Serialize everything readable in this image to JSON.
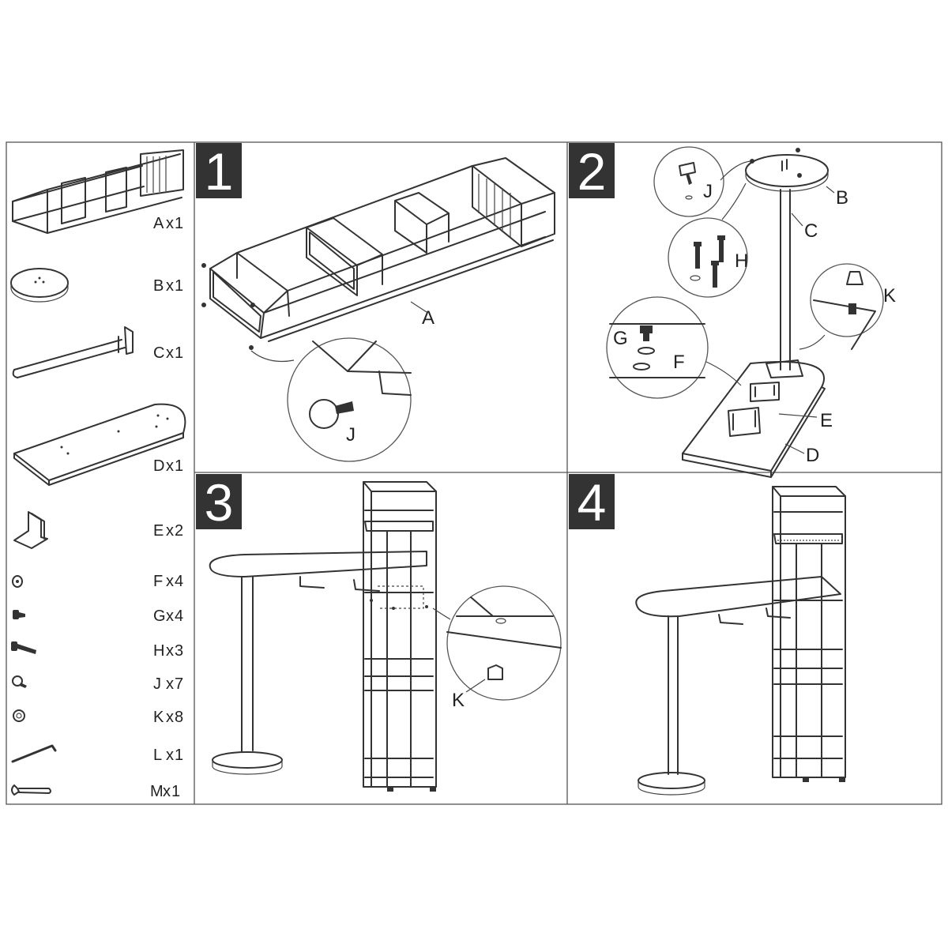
{
  "parts_list": [
    {
      "letter": "A",
      "qty": "x1",
      "icon": "frame-shelf-icon"
    },
    {
      "letter": "B",
      "qty": "x1",
      "icon": "round-plate-icon"
    },
    {
      "letter": "C",
      "qty": "x1",
      "icon": "pole-icon"
    },
    {
      "letter": "D",
      "qty": "x1",
      "icon": "tabletop-icon"
    },
    {
      "letter": "E",
      "qty": "x2",
      "icon": "bracket-icon"
    },
    {
      "letter": "F",
      "qty": "x4",
      "icon": "washer-icon"
    },
    {
      "letter": "G",
      "qty": "x4",
      "icon": "short-screw-icon"
    },
    {
      "letter": "H",
      "qty": "x3",
      "icon": "long-bolt-icon"
    },
    {
      "letter": "J",
      "qty": "x7",
      "icon": "leveling-foot-icon"
    },
    {
      "letter": "K",
      "qty": "x8",
      "icon": "cap-nut-icon"
    },
    {
      "letter": "L",
      "qty": "x1",
      "icon": "allen-key-icon"
    },
    {
      "letter": "M",
      "qty": "x1",
      "icon": "wrench-icon"
    }
  ],
  "steps": [
    {
      "number": "1",
      "callouts": [
        "A",
        "J"
      ]
    },
    {
      "number": "2",
      "callouts": [
        "J",
        "B",
        "C",
        "H",
        "K",
        "G",
        "F",
        "E",
        "D"
      ]
    },
    {
      "number": "3",
      "callouts": [
        "K"
      ]
    },
    {
      "number": "4",
      "callouts": []
    }
  ],
  "colors": {
    "line": "#333333",
    "step_badge": "#333333",
    "background": "#ffffff"
  }
}
